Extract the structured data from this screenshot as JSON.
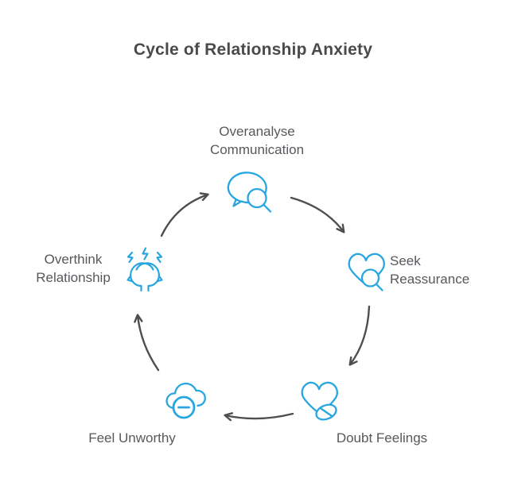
{
  "colors": {
    "icon-blue": "#29A6DF",
    "text-dark": "#4A4A4B",
    "label-gray": "#57585C",
    "arrow-gray": "#4D4E50",
    "background": "#FFFFFF"
  },
  "title": "Cycle of Relationship Anxiety",
  "diagram": {
    "type": "cycle",
    "direction": "clockwise",
    "nodes": [
      {
        "id": "overanalyse-communication",
        "label": "Overanalyse\nCommunication",
        "icon": "chat-bubble-magnifier-icon",
        "position": "top"
      },
      {
        "id": "seek-reassurance",
        "label": "Seek\nReassurance",
        "icon": "heart-magnifier-icon",
        "position": "right"
      },
      {
        "id": "doubt-feelings",
        "label": "Doubt Feelings",
        "icon": "heart-pill-icon",
        "position": "bottom-right"
      },
      {
        "id": "feel-unworthy",
        "label": "Feel Unworthy",
        "icon": "cloud-minus-icon",
        "position": "bottom-left"
      },
      {
        "id": "overthink-relationship",
        "label": "Overthink\nRelationship",
        "icon": "stressed-heads-lightning-icon",
        "position": "left"
      }
    ],
    "edges": [
      {
        "from": "overthink-relationship",
        "to": "overanalyse-communication"
      },
      {
        "from": "overanalyse-communication",
        "to": "seek-reassurance"
      },
      {
        "from": "seek-reassurance",
        "to": "doubt-feelings"
      },
      {
        "from": "doubt-feelings",
        "to": "feel-unworthy"
      },
      {
        "from": "feel-unworthy",
        "to": "overthink-relationship"
      }
    ]
  }
}
